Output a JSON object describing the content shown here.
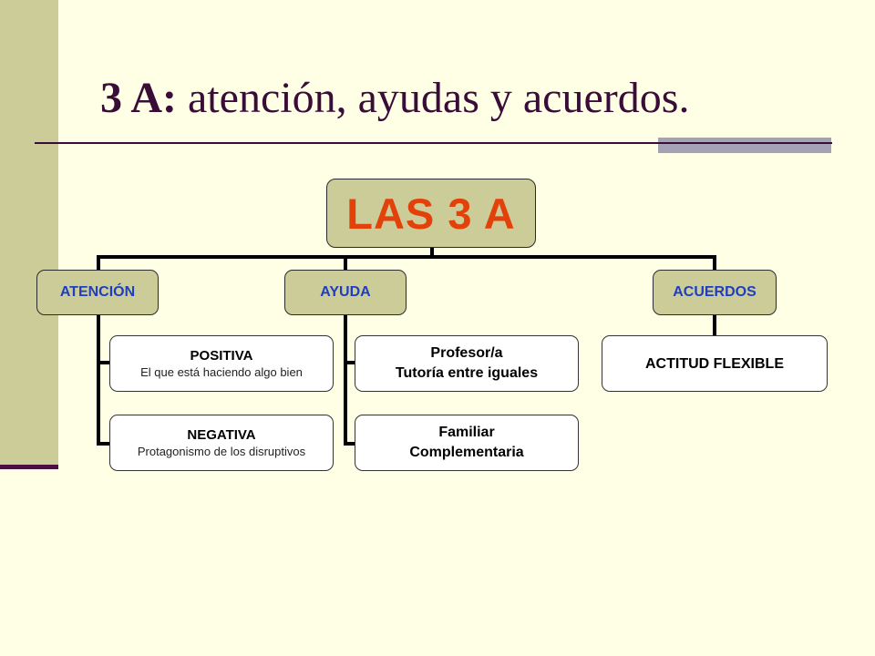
{
  "slide": {
    "title_bold": "3 A:",
    "title_rest": " atención, ayudas y acuerdos."
  },
  "diagram": {
    "root": "LAS 3 A",
    "branches": [
      {
        "label": "ATENCIÓN",
        "children": [
          {
            "main": "POSITIVA",
            "sub": "El que está haciendo algo bien"
          },
          {
            "main": "NEGATIVA",
            "sub": "Protagonismo de los disruptivos"
          }
        ]
      },
      {
        "label": "AYUDA",
        "children": [
          {
            "main": "Profesor/a",
            "sub2": "Tutoría entre iguales"
          },
          {
            "main": "Familiar",
            "sub2": "Complementaria"
          }
        ]
      },
      {
        "label": "ACUERDOS",
        "children": [
          {
            "main": "ACTITUD FLEXIBLE"
          }
        ]
      }
    ]
  },
  "colors": {
    "background": "#FFFFE5",
    "accent_bar": "#CCCC99",
    "title": "#3A0C38",
    "root_text": "#E2420A",
    "branch_text": "#1F3EBF"
  }
}
